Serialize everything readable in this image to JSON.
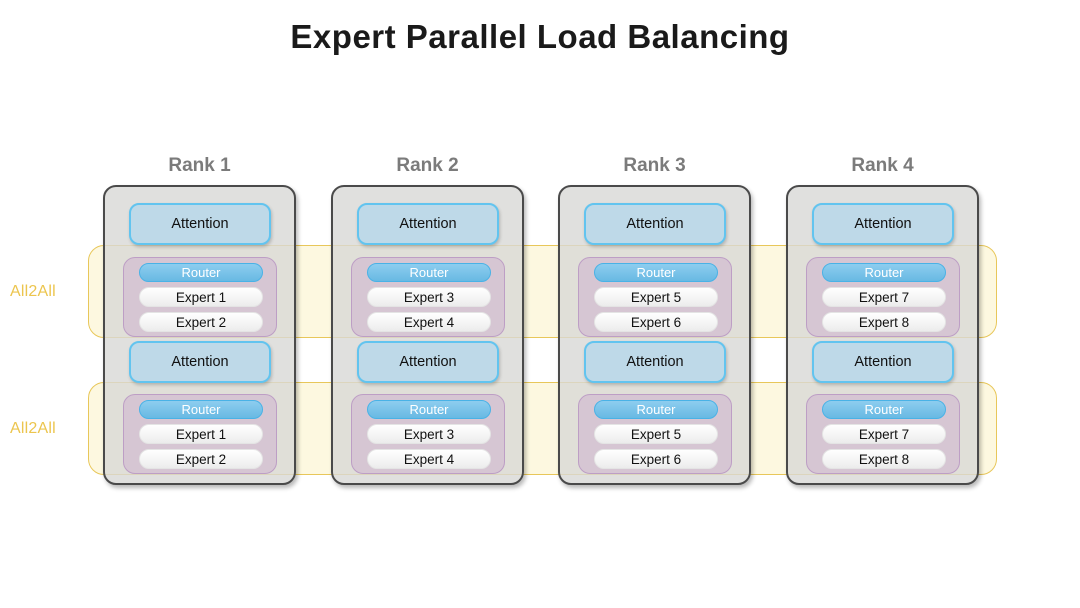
{
  "title": "Expert Parallel Load Balancing",
  "all2all": {
    "label": "All2All",
    "color": "#ecc54e",
    "occurrences": [
      {
        "label": "All2All"
      },
      {
        "label": "All2All"
      }
    ]
  },
  "colors": {
    "attention_fill": "#bed9e8",
    "attention_border": "#62c4ef",
    "router_fill": "#68b9e3",
    "router_border": "#49b2e6",
    "expert_fill": "#f4f4f4",
    "moe_fill": "#d6c6d3",
    "moe_border": "#bd9ec5",
    "rank_fill": "#d8d8d6",
    "rank_border": "#4a4a4a",
    "band_fill": "#fdf8e0",
    "band_border": "#e8c75a",
    "rank_label": "#7b7b7b",
    "title": "#1a1a1a"
  },
  "ranks": [
    {
      "label": "Rank 1",
      "layers": [
        {
          "attention": "Attention",
          "router": "Router",
          "experts": [
            "Expert 1",
            "Expert 2"
          ]
        },
        {
          "attention": "Attention",
          "router": "Router",
          "experts": [
            "Expert 1",
            "Expert 2"
          ]
        }
      ]
    },
    {
      "label": "Rank 2",
      "layers": [
        {
          "attention": "Attention",
          "router": "Router",
          "experts": [
            "Expert 3",
            "Expert 4"
          ]
        },
        {
          "attention": "Attention",
          "router": "Router",
          "experts": [
            "Expert 3",
            "Expert 4"
          ]
        }
      ]
    },
    {
      "label": "Rank 3",
      "layers": [
        {
          "attention": "Attention",
          "router": "Router",
          "experts": [
            "Expert 5",
            "Expert 6"
          ]
        },
        {
          "attention": "Attention",
          "router": "Router",
          "experts": [
            "Expert 5",
            "Expert 6"
          ]
        }
      ]
    },
    {
      "label": "Rank 4",
      "layers": [
        {
          "attention": "Attention",
          "router": "Router",
          "experts": [
            "Expert 7",
            "Expert 8"
          ]
        },
        {
          "attention": "Attention",
          "router": "Router",
          "experts": [
            "Expert 7",
            "Expert 8"
          ]
        }
      ]
    }
  ]
}
